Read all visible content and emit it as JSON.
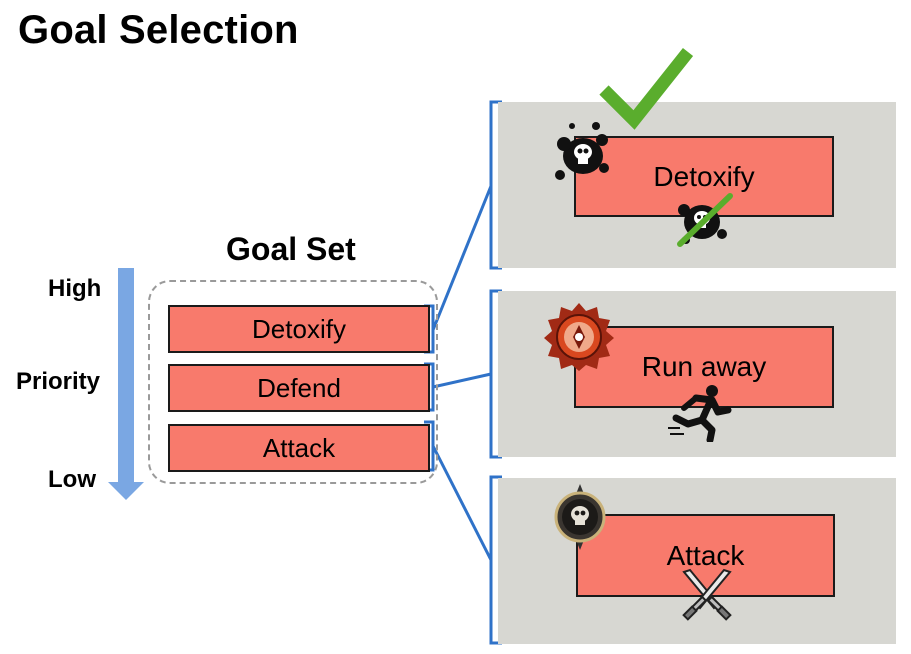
{
  "title": "Goal Selection",
  "goal_set": {
    "title": "Goal Set",
    "items": [
      "Detoxify",
      "Defend",
      "Attack"
    ]
  },
  "priority_axis": {
    "high": "High",
    "label": "Priority",
    "low": "Low"
  },
  "plans": [
    {
      "label": "Detoxify",
      "icons": [
        "poison-splat-icon",
        "crossed-out-poison-icon"
      ],
      "status": "selected-checkmark-icon"
    },
    {
      "label": "Run away",
      "icons": [
        "danger-badge-icon",
        "running-person-icon"
      ]
    },
    {
      "label": "Attack",
      "icons": [
        "skull-shield-icon",
        "crossed-swords-icon"
      ]
    }
  ],
  "colors": {
    "box_fill": "#f87a6c",
    "panel_fill": "#d7d7d2",
    "connector": "#2f72c8",
    "check": "#5aad2d",
    "arrow": "#7aa7e3"
  }
}
